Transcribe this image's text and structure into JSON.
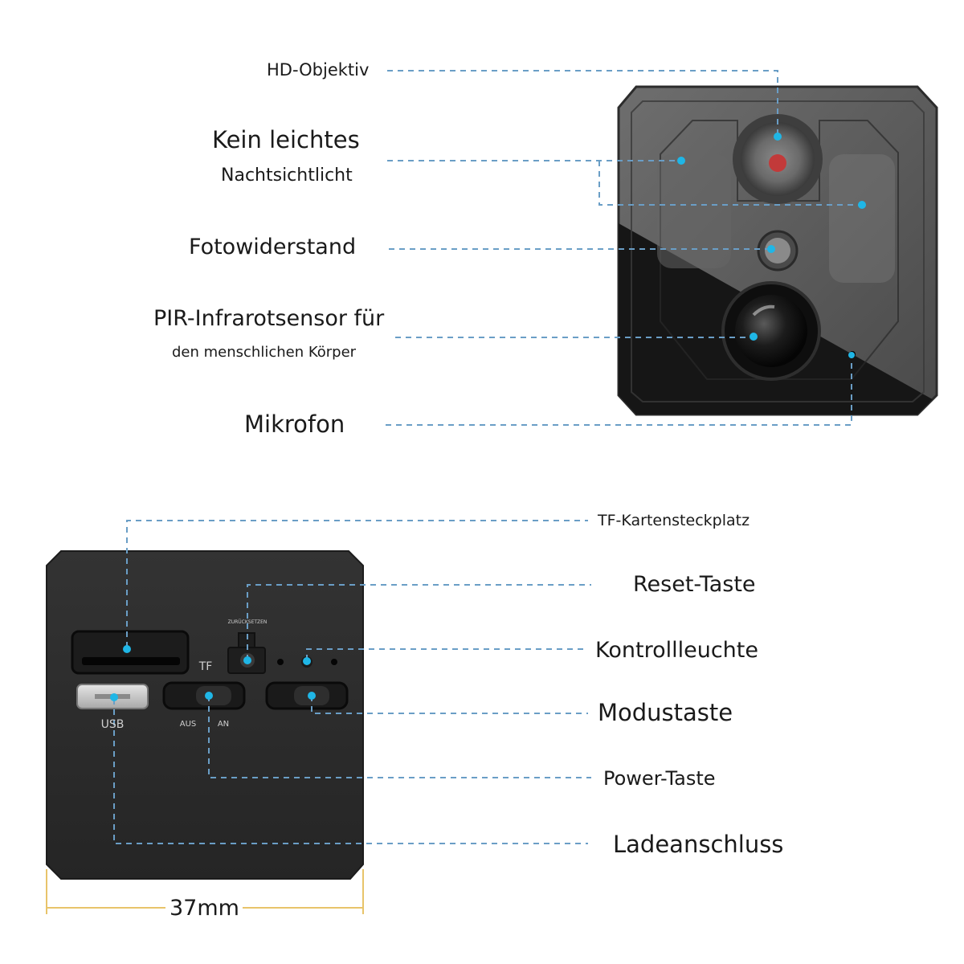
{
  "front_labels": {
    "hd_lens": "HD-Objektiv",
    "no_light_line1": "Kein leichtes",
    "no_light_line2": "Nachtsichtlicht",
    "photoresistor": "Fotowiderstand",
    "pir_line1": "PIR-Infrarotsensor für",
    "pir_line2": "den menschlichen Körper",
    "microphone": "Mikrofon"
  },
  "back_labels": {
    "tf_slot": "TF-Kartensteckplatz",
    "reset_button": "Reset-Taste",
    "indicator_light": "Kontrollleuchte",
    "mode_button": "Modustaste",
    "power_button": "Power-Taste",
    "charging_port": "Ladeanschluss"
  },
  "device_printing": {
    "reset_text": "ZURÜCKSETZEN",
    "tf_text": "TF",
    "usb_text": "USB",
    "off_text": "AUS",
    "on_text": "AN"
  },
  "dimension": "37mm",
  "colors": {
    "leader": "#6a9ec6",
    "dot": "#1fb6e6",
    "body_dark": "#2b2b2b",
    "front_grey": "#5a5a5a",
    "dimension": "#e8c46a"
  }
}
